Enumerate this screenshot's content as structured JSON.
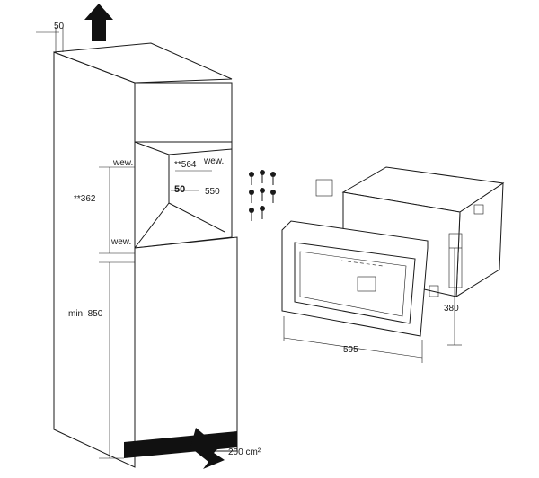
{
  "dimensions": {
    "top_gap": "50",
    "niche_width": "**564",
    "niche_height": "**362",
    "niche_depth": "550",
    "side_gap": "50",
    "vent_top_left": "wew.",
    "vent_top_right": "wew.",
    "vent_bottom": "wew.",
    "base_height": "min. 850",
    "frame_width": "595",
    "frame_height": "380",
    "vent_area": "200 cm²"
  },
  "colors": {
    "line": "#1a1a1a",
    "background": "#ffffff",
    "arrow": "#111111"
  }
}
